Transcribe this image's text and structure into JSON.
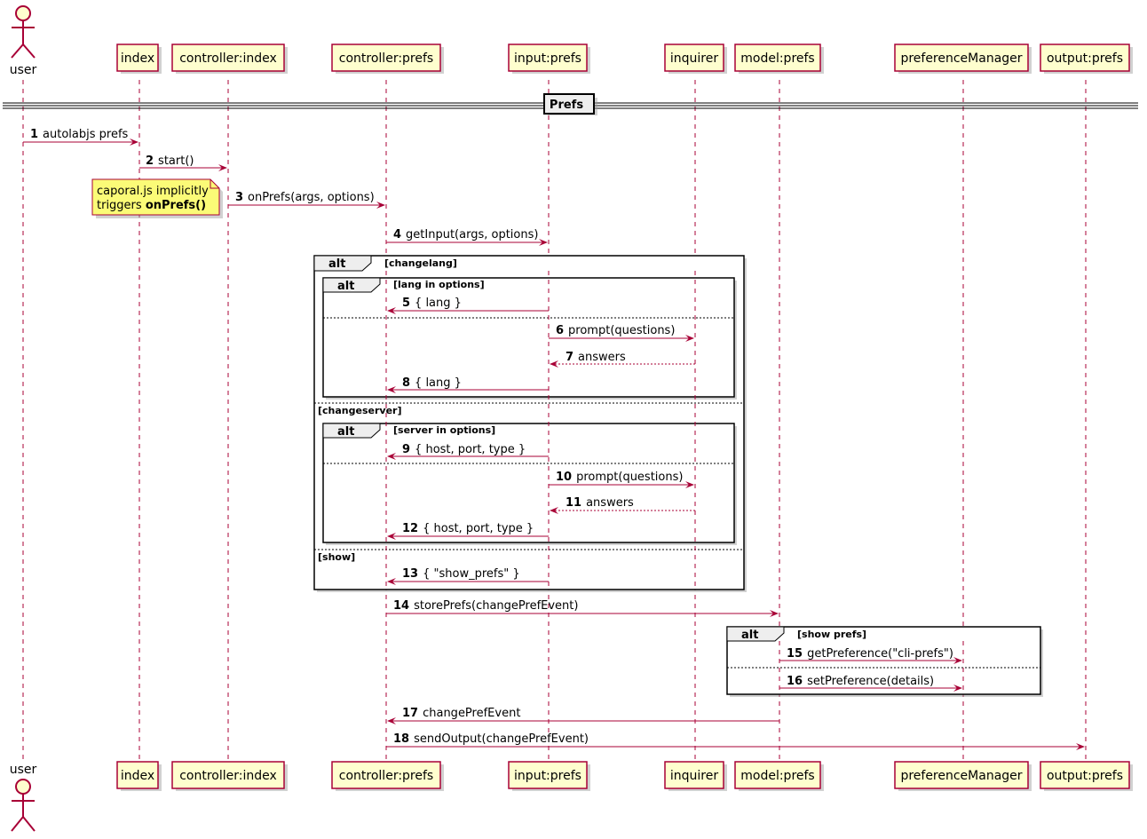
{
  "participants": [
    {
      "id": "user",
      "label": "user",
      "kind": "actor"
    },
    {
      "id": "index",
      "label": "index",
      "kind": "box"
    },
    {
      "id": "ctrl_index",
      "label": "controller:index",
      "kind": "box"
    },
    {
      "id": "ctrl_prefs",
      "label": "controller:prefs",
      "kind": "box"
    },
    {
      "id": "input_prefs",
      "label": "input:prefs",
      "kind": "box"
    },
    {
      "id": "inquirer",
      "label": "inquirer",
      "kind": "box"
    },
    {
      "id": "model_prefs",
      "label": "model:prefs",
      "kind": "box"
    },
    {
      "id": "pref_manager",
      "label": "preferenceManager",
      "kind": "box"
    },
    {
      "id": "output_prefs",
      "label": "output:prefs",
      "kind": "box"
    }
  ],
  "divider": "Prefs",
  "note": {
    "line1": "caporal.js implicitly",
    "line2_prefix": "triggers ",
    "line2_bold": "onPrefs()"
  },
  "messages": [
    {
      "n": "1",
      "text": "autolabjs prefs"
    },
    {
      "n": "2",
      "text": "start()"
    },
    {
      "n": "3",
      "text": "onPrefs(args, options)"
    },
    {
      "n": "4",
      "text": "getInput(args, options)"
    },
    {
      "n": "5",
      "text": "{ lang }"
    },
    {
      "n": "6",
      "text": "prompt(questions)"
    },
    {
      "n": "7",
      "text": "answers"
    },
    {
      "n": "8",
      "text": "{ lang }"
    },
    {
      "n": "9",
      "text": "{ host, port, type }"
    },
    {
      "n": "10",
      "text": "prompt(questions)"
    },
    {
      "n": "11",
      "text": "answers"
    },
    {
      "n": "12",
      "text": "{ host, port, type }"
    },
    {
      "n": "13",
      "text": "{ \"show_prefs\" }"
    },
    {
      "n": "14",
      "text": "storePrefs(changePrefEvent)"
    },
    {
      "n": "15",
      "text": "getPreference(\"cli-prefs\")"
    },
    {
      "n": "16",
      "text": "setPreference(details)"
    },
    {
      "n": "17",
      "text": "changePrefEvent"
    },
    {
      "n": "18",
      "text": "sendOutput(changePrefEvent)"
    }
  ],
  "fragments": {
    "outer": {
      "keyword": "alt",
      "cond1": "[changelang]",
      "cond2": "[changeserver]",
      "cond3": "[show]"
    },
    "lang": {
      "keyword": "alt",
      "cond": "[lang in options]"
    },
    "server": {
      "keyword": "alt",
      "cond": "[server in options]"
    },
    "show": {
      "keyword": "alt",
      "cond": "[show prefs]"
    }
  },
  "colors": {
    "line": "#A80036",
    "box": "#FEFECE",
    "note": "#FBFB77",
    "frame_label": "#EEEEEE"
  }
}
